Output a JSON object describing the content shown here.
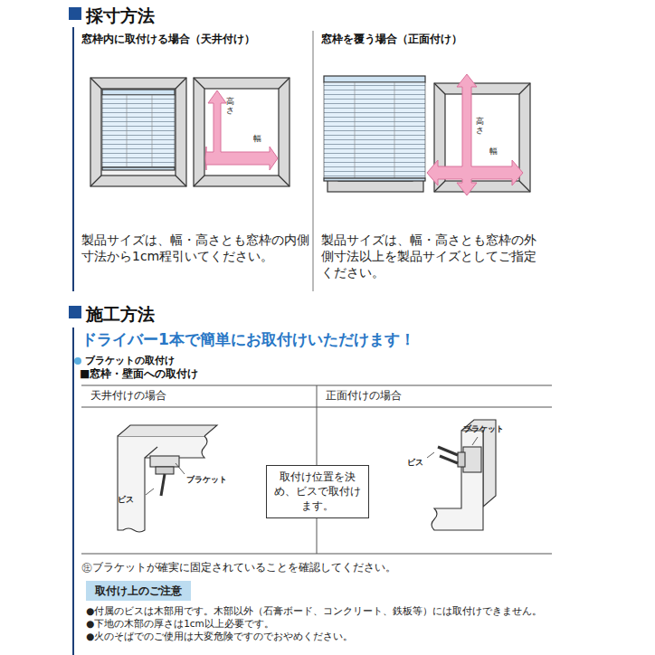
{
  "diagram": {
    "nodes": [
      {
        "text": [
          "取付け位置を決め、ビスで取付けます。"
        ]
      },
      {
        "text": [
          "取付け上のご注意"
        ]
      }
    ],
    "labels": [
      "採寸方法",
      "窓枠内に取付ける場合（天井付け）",
      "窓枠を覆う場合（正面付け）",
      "高さ",
      "幅",
      "高さ",
      "幅",
      "製品サイズは、幅・高さとも窓枠の内側寸法から1cm程引いてください。",
      "製品サイズは、幅・高さとも窓枠の外側寸法以上を製品サイズとしてご指定ください。",
      "施工方法",
      "ドライバー1本で簡単にお取付けいただけます！",
      "ブラケットの取付け",
      "■窓枠・壁面への取付け",
      "天井付けの場合",
      "正面付けの場合",
      "ブラケット",
      "ビス",
      "ブラケット",
      "ビス",
      "㊟ブラケットが確実に固定されていることを確認してください。",
      "●付属のビスは木部用です。木部以外（石膏ボード、コンクリート、鉄板等）には取付けできません。",
      "●下地の木部の厚さは1cm以上必要です。",
      "●火のそばでのご使用は大変危険ですのでおやめください。"
    ]
  }
}
